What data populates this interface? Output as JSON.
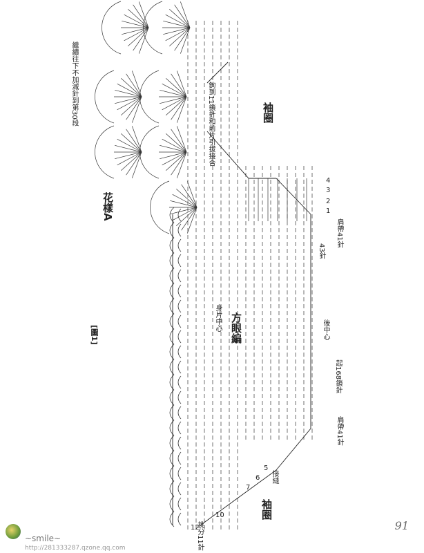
{
  "figure": {
    "title": "[圖1]",
    "pattern_label": "花樣A",
    "mesh_label": "方眼編",
    "note_top": "繼續往下不加減針到第30段",
    "note_join": "鉤到11鎖針和前片引拔接合",
    "armhole_label_top": "袖圈",
    "armhole_label_bottom": "袖圈",
    "center_front": "身片中心",
    "center_back": "後中心",
    "shoulder_right": "肩帶41針",
    "shoulder_left": "肩帶41針",
    "stitch_43": "43針",
    "stitch_168": "起168鎖針",
    "join_label": "接縫",
    "split_label": "挑分11針",
    "row_numbers_right": [
      "4",
      "3",
      "2",
      "1"
    ],
    "row_numbers_left": [
      "12",
      "10",
      "7",
      "6",
      "5"
    ]
  },
  "page": {
    "number": "91"
  },
  "watermark": {
    "text": "~smile~",
    "url": "http://281333287.qzone.qq.com"
  }
}
